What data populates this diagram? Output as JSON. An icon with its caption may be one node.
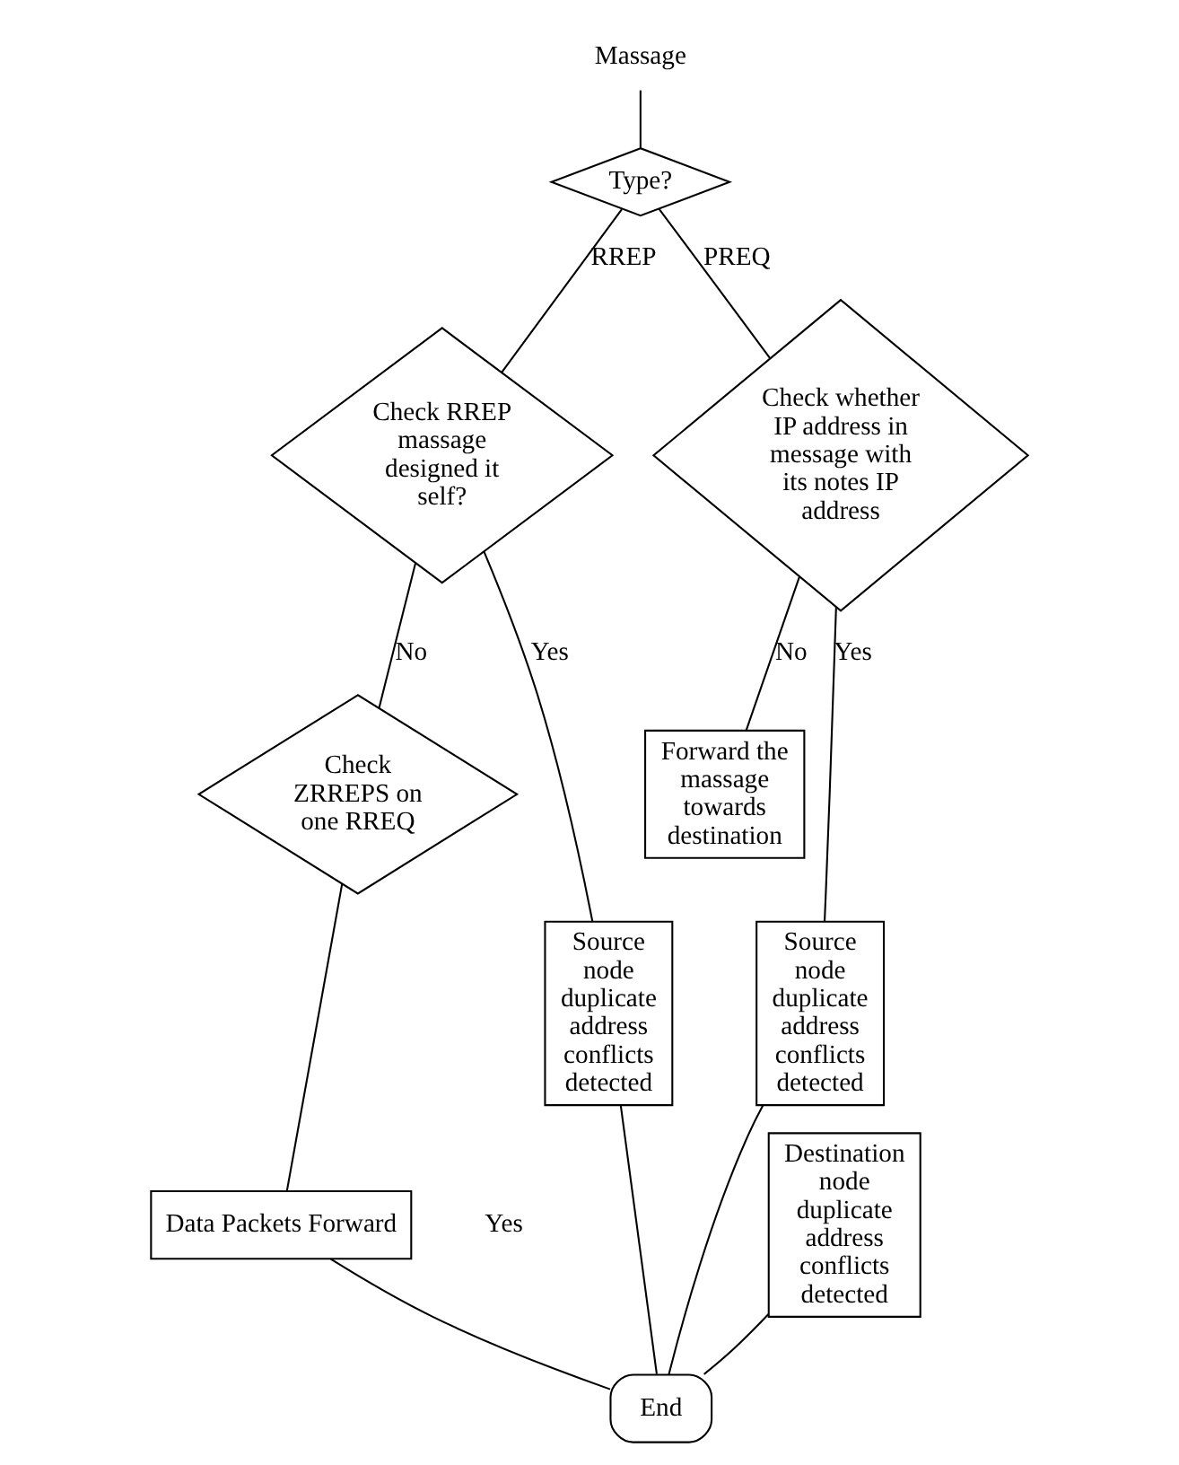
{
  "diagram": {
    "nodes": [
      {
        "text": [
          "Massage"
        ]
      },
      {
        "text": [
          "Type?"
        ]
      },
      {
        "text": [
          "Check RREP massage designed it self?"
        ]
      },
      {
        "text": [
          "Check ZRREPS on one RREQ"
        ]
      },
      {
        "text": [
          "Check whether IP address in message with its notes IP address"
        ]
      },
      {
        "text": [
          "Source node duplicate address conflicts detected"
        ]
      },
      {
        "text": [
          "Data Packets Forward"
        ]
      },
      {
        "text": [
          "Destination node duplicate address conflicts detected"
        ]
      },
      {
        "text": [
          "Forward the massage towards destination"
        ]
      },
      {
        "text": [
          "Source node duplicate address conflicts detected"
        ]
      },
      {
        "text": [
          "End"
        ]
      }
    ],
    "edges": [
      {
        "from": 0,
        "to": 1,
        "arrow": "none"
      },
      {
        "from": 1,
        "to": 2,
        "arrow": "none",
        "label": "RREP"
      },
      {
        "from": 1,
        "to": 4,
        "arrow": "none",
        "label": "PREQ"
      },
      {
        "from": 2,
        "to": 5,
        "arrow": "none",
        "label": "Yes"
      },
      {
        "from": 2,
        "to": 3,
        "arrow": "none",
        "label": "No"
      },
      {
        "from": 3,
        "to": 6,
        "arrow": "none"
      },
      {
        "from": 4,
        "to": 8,
        "arrow": "none",
        "label": "No"
      },
      {
        "from": 4,
        "to": 9,
        "arrow": "none",
        "label": "Yes"
      },
      {
        "from": 5,
        "to": 10,
        "arrow": "none"
      },
      {
        "from": 6,
        "to": 10,
        "arrow": "none"
      },
      {
        "from": 7,
        "to": 10,
        "arrow": "none"
      },
      {
        "from": 9,
        "to": 10,
        "arrow": "none"
      }
    ],
    "labels": [
      "Yes"
    ]
  }
}
